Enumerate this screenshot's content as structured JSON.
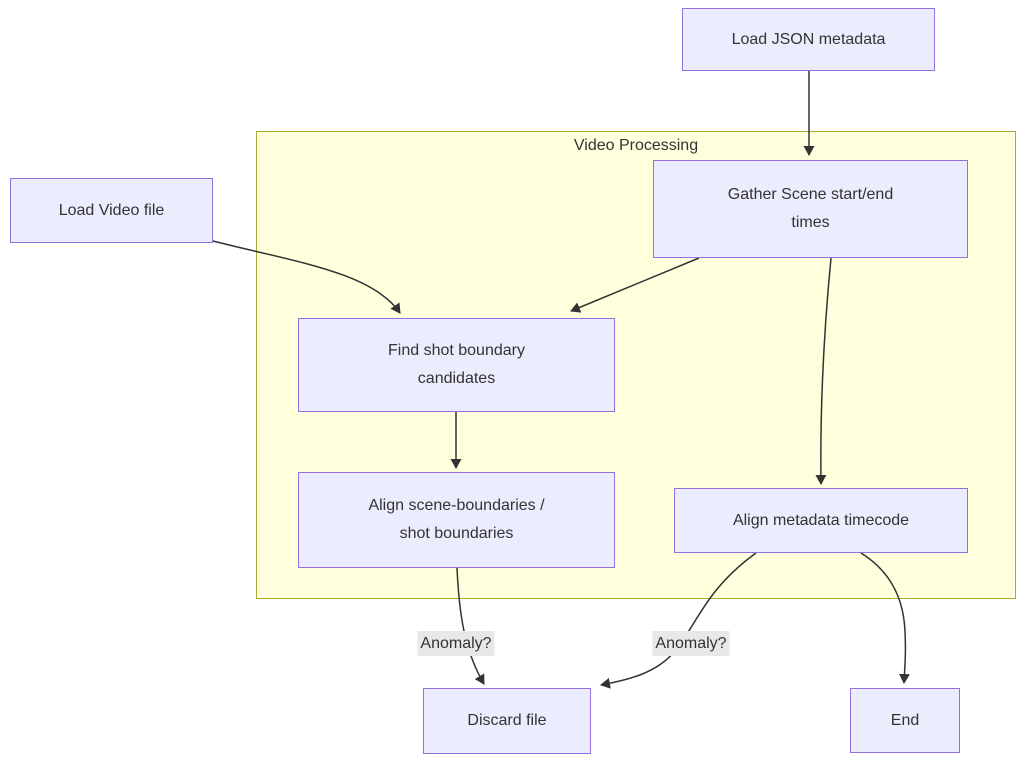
{
  "diagram": {
    "type": "flowchart",
    "direction": "top-down",
    "subgraph": {
      "title": "Video Processing"
    },
    "nodes": {
      "load_json": {
        "label": "Load JSON metadata"
      },
      "load_video": {
        "label": "Load Video file"
      },
      "gather_scene": {
        "label": "Gather Scene start/end\ntimes"
      },
      "find_shot": {
        "label": "Find shot boundary\ncandidates"
      },
      "align_scene": {
        "label": "Align scene-boundaries /\nshot boundaries"
      },
      "align_metadata": {
        "label": "Align metadata timecode"
      },
      "discard_file": {
        "label": "Discard file"
      },
      "end": {
        "label": "End"
      }
    },
    "edges": {
      "load_json_to_gather_scene": {
        "from": "load_json",
        "to": "gather_scene",
        "label": ""
      },
      "load_video_to_find_shot": {
        "from": "load_video",
        "to": "find_shot",
        "label": ""
      },
      "gather_scene_to_find_shot": {
        "from": "gather_scene",
        "to": "find_shot",
        "label": ""
      },
      "gather_scene_to_align_metadata": {
        "from": "gather_scene",
        "to": "align_metadata",
        "label": ""
      },
      "find_shot_to_align_scene": {
        "from": "find_shot",
        "to": "align_scene",
        "label": ""
      },
      "align_scene_to_discard_file": {
        "from": "align_scene",
        "to": "discard_file",
        "label": "Anomaly?"
      },
      "align_metadata_to_discard_file": {
        "from": "align_metadata",
        "to": "discard_file",
        "label": "Anomaly?"
      },
      "align_metadata_to_end": {
        "from": "align_metadata",
        "to": "end",
        "label": ""
      }
    },
    "colors": {
      "node_fill": "#ECECFF",
      "node_border": "#9370DB",
      "subgraph_fill": "#FFFFDE",
      "subgraph_border": "#AAAA33",
      "edge_stroke": "#333333",
      "edge_label_bg": "#E8E8E8",
      "text": "#333333"
    }
  }
}
